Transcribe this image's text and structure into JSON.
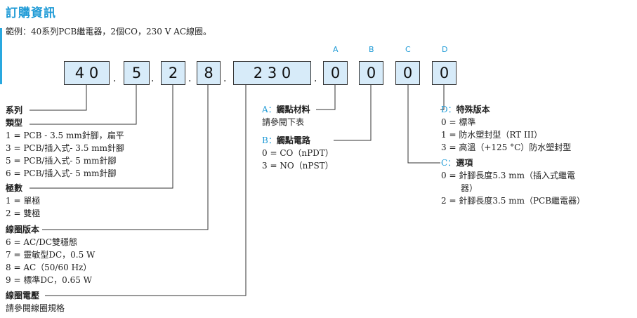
{
  "header": {
    "title": "訂購資訊",
    "example": "範例：40系列PCB繼電器，2個CO，230 V AC線圈。"
  },
  "code": {
    "digits": [
      "4 0",
      "5",
      "2",
      "8",
      "2 3 0",
      "0",
      "0",
      "0",
      "0"
    ],
    "separator": ".",
    "letters": [
      "A",
      "B",
      "C",
      "D"
    ]
  },
  "left": {
    "series": {
      "title": "系列"
    },
    "type": {
      "title": "類型",
      "items": [
        "1 = PCB - 3.5 mm針腳，扁平",
        "3 = PCB/插入式- 3.5 mm針腳",
        "5 = PCB/插入式- 5 mm針腳",
        "6 = PCB/插入式- 5 mm針腳"
      ]
    },
    "poles": {
      "title": "極數",
      "items": [
        "1 = 單極",
        "2 = 雙極"
      ]
    },
    "coil_version": {
      "title": "線圈版本",
      "items": [
        "6 = AC/DC雙穩態",
        "7 = 靈敏型DC，0.5 W",
        "8 = AC（50/60 Hz）",
        "9 = 標準DC，0.65 W"
      ]
    },
    "coil_voltage": {
      "title": "線圈電壓",
      "note": "請參閱線圈規格"
    }
  },
  "middle": {
    "a": {
      "prefix": "A：",
      "title": "觸點材料",
      "note": "請參閱下表"
    },
    "b": {
      "prefix": "B：",
      "title": "觸點電路",
      "items": [
        "0 = CO（nPDT）",
        "3 = NO（nPST）"
      ]
    }
  },
  "right": {
    "d": {
      "prefix": "D：",
      "title": "特殊版本",
      "items": [
        "0 = 標準",
        "1 = 防水塑封型（RT III）",
        "3 = 高溫（+125 °C）防水塑封型"
      ]
    },
    "c": {
      "prefix": "C：",
      "title": "選項",
      "items": [
        "0 = 針腳長度5.3 mm（插入式繼電",
        "器）",
        "2 = 針腳長度3.5 mm（PCB繼電器）"
      ]
    }
  },
  "colors": {
    "accent": "#1e9ad6",
    "box_fill": "#d7ebf9"
  }
}
